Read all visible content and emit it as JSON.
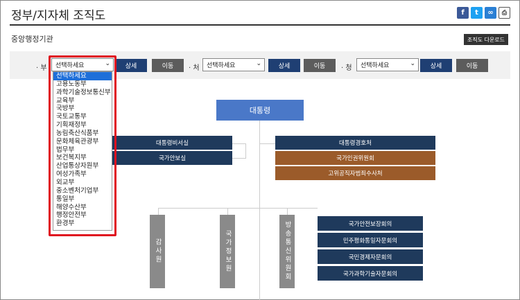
{
  "header": {
    "title": "정부/지자체 조직도"
  },
  "share": {
    "facebook": "f",
    "twitter": "t",
    "link": "∞",
    "print": "⎙"
  },
  "section": {
    "title": "중앙행정기관",
    "download_label": "조직도 다운로드"
  },
  "filters": {
    "bu": {
      "label": "부",
      "selected": "선택하세요",
      "detail": "상세",
      "move": "이동"
    },
    "cheo": {
      "label": "처",
      "selected": "선택하세요",
      "detail": "상세",
      "move": "이동"
    },
    "cheong": {
      "label": "청",
      "selected": "선택하세요",
      "detail": "상세",
      "move": "이동"
    }
  },
  "dropdown_options": [
    "선택하세요",
    "고용노동부",
    "과학기술정보통신부",
    "교육부",
    "국방부",
    "국토교통부",
    "기획재정부",
    "농림축산식품부",
    "문화체육관광부",
    "법무부",
    "보건복지부",
    "산업통상자원부",
    "여성가족부",
    "외교부",
    "중소벤처기업부",
    "통일부",
    "해양수산부",
    "행정안전부",
    "환경부"
  ],
  "org": {
    "top": "대통령",
    "left": [
      "대통령비서실",
      "국가안보실"
    ],
    "right_navy": [
      "대통령경호처"
    ],
    "right_brown": [
      "국가인권위원회",
      "고위공직자범죄수사처"
    ],
    "vertical": [
      "감사원",
      "국가정보원",
      "방송통신위원회"
    ],
    "councils": [
      "국가안전보장회의",
      "민주평화통일자문회의",
      "국민경제자문회의",
      "국가과학기술자문회의"
    ]
  },
  "colors": {
    "navy": "#1f3a5c",
    "brown": "#9b5b2a",
    "top": "#4a78c8",
    "highlight": "#e0101f",
    "active_option": "#1e6fd9"
  }
}
